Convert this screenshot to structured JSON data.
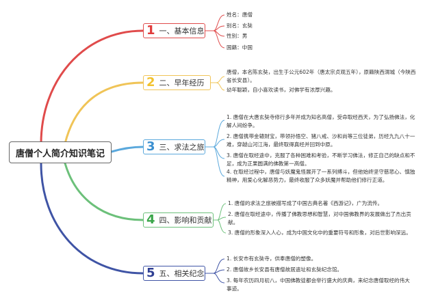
{
  "root": {
    "title": "唐僧个人简介知识笔记"
  },
  "colors": {
    "red": "#e04b4b",
    "yellow": "#f0c457",
    "blue": "#5aa8dc",
    "green": "#6cc07a",
    "navy": "#3f54a5"
  },
  "branches": [
    {
      "num": "1",
      "label": "一、基本信息",
      "items": [
        "姓名：唐僧",
        "别名：玄奘",
        "性别：男",
        "国籍：中国"
      ]
    },
    {
      "num": "2",
      "label": "二、早年经历",
      "items": [
        "唐僧，本名陈玄奘，出生于公元602年（唐太宗贞观五年），原籍陕西渭城（今陕西省长安县）。",
        "幼年聪颖，自小喜欢读书，对佛学有浓厚兴趣。"
      ]
    },
    {
      "num": "3",
      "label": "三、求法之旅",
      "items": [
        "1. 唐僧在大唐玄奘寺修行多年并成为知名高僧，受命取经西天，为了弘扬佛法，化解人间纷争。",
        "2. 唐僧携带金辕财宝，带领孙悟空、猪八戒、沙和尚等三位徒弟，历经九九八十一难，穿越山河江海，最终取得真经并回到中原。",
        "3. 唐僧在取经途中，克服了各种困难和考验，不断学习佛法，修正自己的缺点和不足，成为正果圆满的佛教第一高僧。",
        "4. 在取经过程中，唐僧与妖魔鬼怪展开了一系列搏斗，但他始终坚守慈悲心、慎独精神，用爱心化解恶势力，最终收服了众多妖魔并帮助他们修行正道。"
      ]
    },
    {
      "num": "4",
      "label": "四、影响和贡献",
      "items": [
        "1. 唐僧的求法之旅被描写成了中国古典名著《西游记》，广为流传。",
        "2. 唐僧在取经途中，传播了佛教思想和智慧，对中国佛教界的发展做出了杰出贡献。",
        "3. 唐僧的形象深入人心，成为中国文化中的重要符号和形象，对后世影响深远。"
      ]
    },
    {
      "num": "5",
      "label": "五、相关纪念",
      "items": [
        "1. 长安市有玄奘寺，供奉唐僧的塑像。",
        "2. 唐僧故乡长安县有唐僧故居遗址和玄奘纪念馆。",
        "3. 每年农历四月初八，中国佛教徒都会举行盛大的庆典，来纪念唐僧取经的伟大事迹。"
      ]
    }
  ]
}
